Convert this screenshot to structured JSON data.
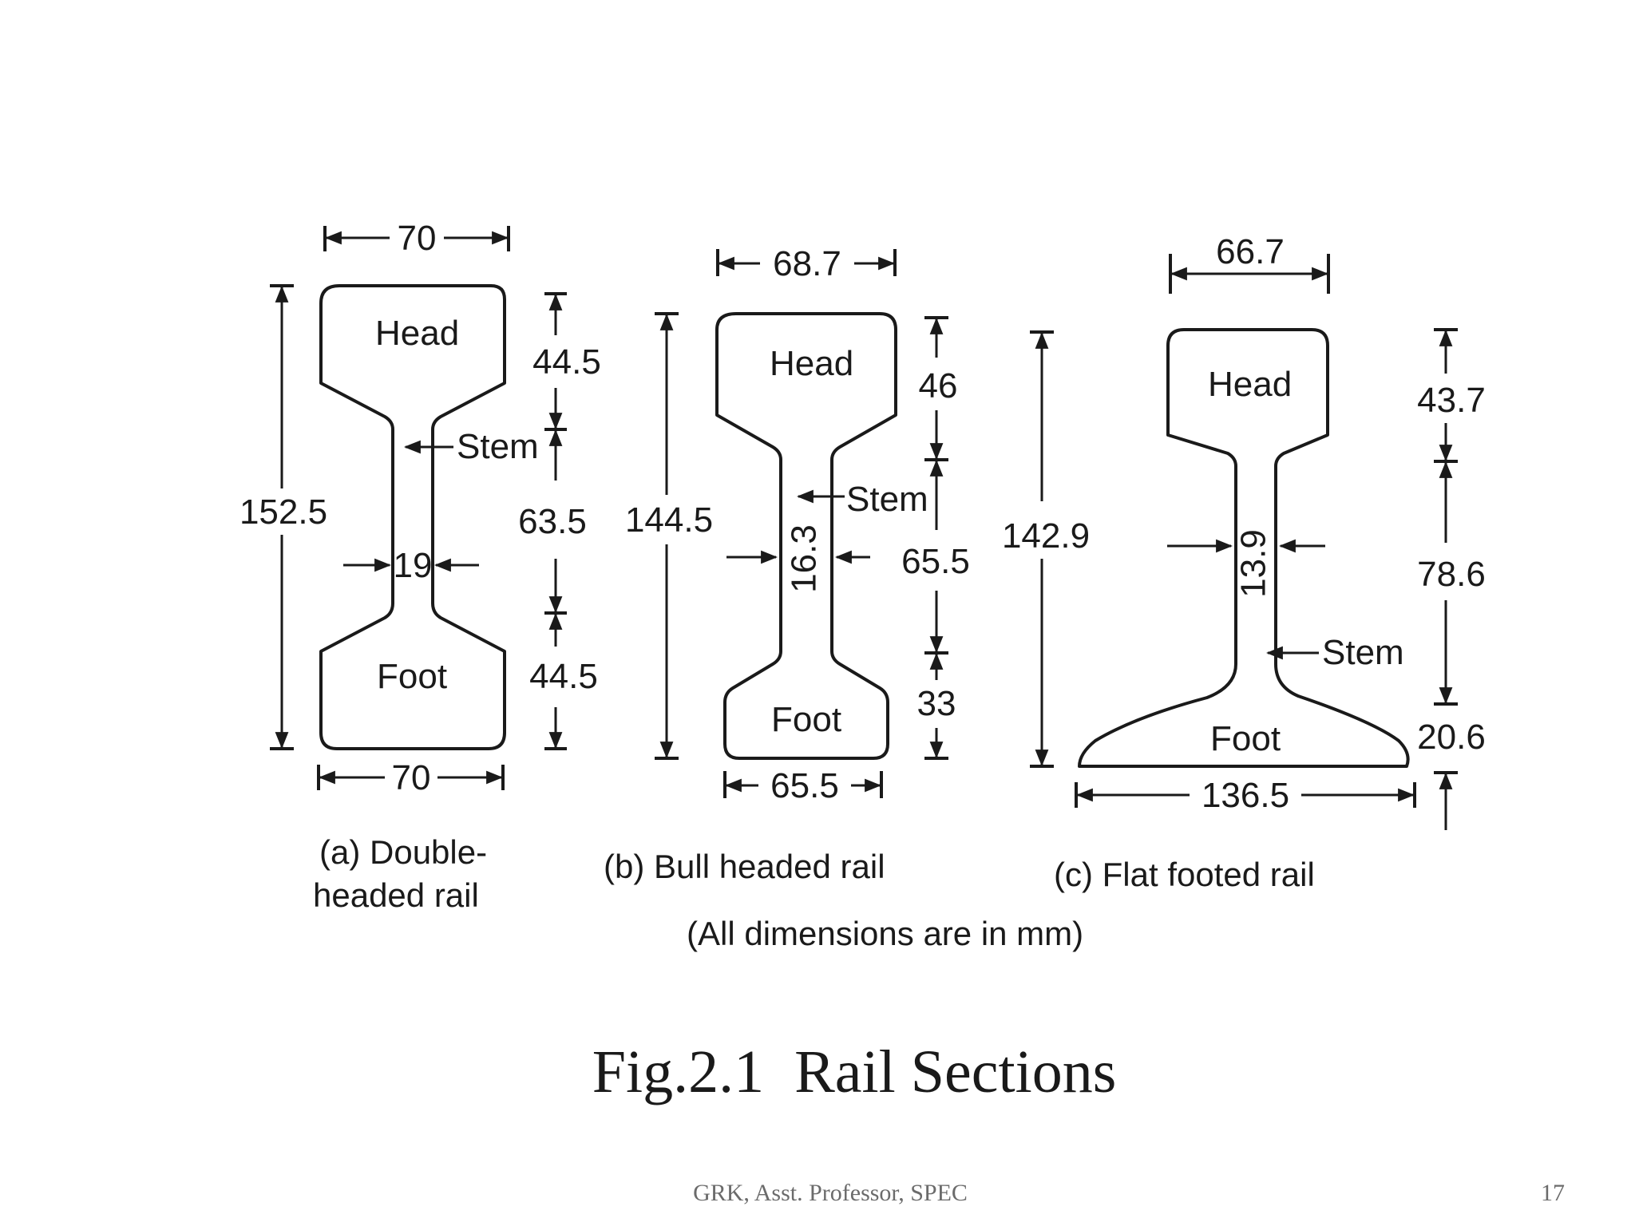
{
  "figure": {
    "title": "Fig.2.1  Rail Sections",
    "note": "(All dimensions are in mm)",
    "parts": {
      "head": "Head",
      "stem": "Stem",
      "foot": "Foot"
    },
    "rail_a": {
      "caption_line1": "(a) Double-",
      "caption_line2": "headed rail",
      "width_top": "70",
      "width_bottom": "70",
      "total_height": "152.5",
      "head_height": "44.5",
      "stem_height": "63.5",
      "foot_height": "44.5",
      "stem_thickness": "19"
    },
    "rail_b": {
      "caption": "(b) Bull headed rail",
      "width_top": "68.7",
      "width_bottom": "65.5",
      "total_height": "144.5",
      "head_height": "46",
      "stem_height": "65.5",
      "foot_height": "33",
      "stem_thickness": "16.3"
    },
    "rail_c": {
      "caption": "(c) Flat footed rail",
      "width_top": "66.7",
      "width_bottom": "136.5",
      "total_height": "142.9",
      "head_height": "43.7",
      "stem_height": "78.6",
      "foot_height": "20.6",
      "stem_thickness": "13.9"
    }
  },
  "footer": {
    "author": "GRK, Asst. Professor, SPEC",
    "page_number": "17"
  }
}
